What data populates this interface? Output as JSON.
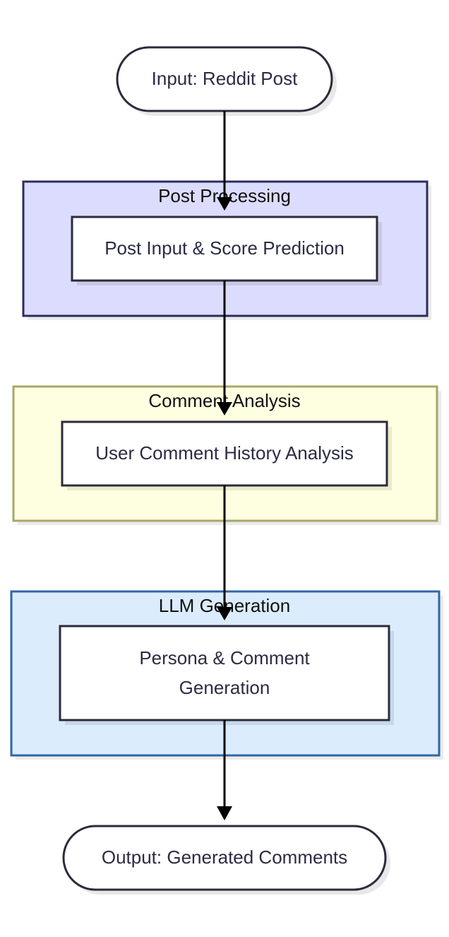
{
  "diagram": {
    "input_node": {
      "label": "Input: Reddit Post"
    },
    "groups": [
      {
        "title": "Post Processing",
        "step_label": [
          "Post Input & Score Prediction"
        ]
      },
      {
        "title": "Comment Analysis",
        "step_label": [
          "User Comment History Analysis"
        ]
      },
      {
        "title": "LLM Generation",
        "step_label": [
          "Persona & Comment",
          "Generation"
        ]
      }
    ],
    "output_node": {
      "label": "Output: Generated Comments"
    }
  },
  "colors": {
    "post_processing_fill": "#dcdcfe",
    "post_processing_border": "#2c2c5e",
    "comment_analysis_fill": "#fefee0",
    "comment_analysis_border": "#a7a76a",
    "llm_generation_fill": "#dbecfc",
    "llm_generation_border": "#2f66a6",
    "node_border": "#2b2b3b",
    "arrow": "#000000"
  }
}
